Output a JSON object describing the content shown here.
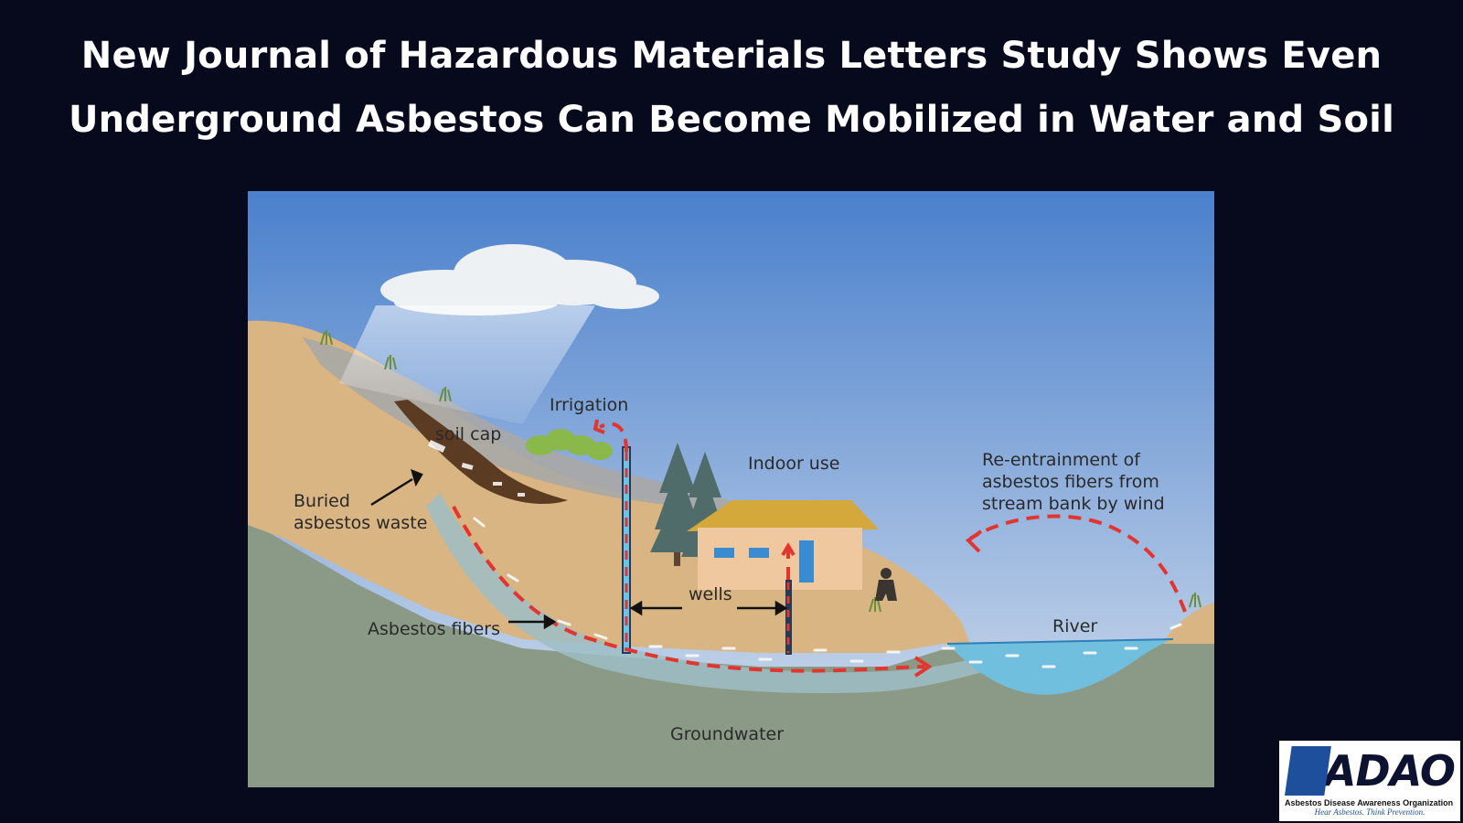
{
  "headline": {
    "line1": "New Journal of Hazardous Materials Letters Study Shows Even",
    "line2": "Underground Asbestos Can Become Mobilized in Water and Soil"
  },
  "diagram": {
    "labels": {
      "irrigation": "Irrigation",
      "soil_cap": "soil cap",
      "buried_line1": "Buried",
      "buried_line2": "asbestos waste",
      "indoor_use": "Indoor use",
      "reentrain_line1": "Re-entrainment of",
      "reentrain_line2": "asbestos fibers from",
      "reentrain_line3": "stream bank by wind",
      "wells": "wells",
      "asbestos_fibers": "Asbestos fibers",
      "river": "River",
      "groundwater": "Groundwater"
    },
    "colors": {
      "sky_top": "#4a80cc",
      "sky_bottom": "#cfdcea",
      "soil": "#d8b582",
      "ground": "#8b9a86",
      "water": "#71bfdf",
      "flow_arrow": "#e23530"
    }
  },
  "logo": {
    "word": "ADAO",
    "org": "Asbestos Disease Awareness Organization",
    "tagline": "Hear Asbestos. Think Prevention."
  }
}
